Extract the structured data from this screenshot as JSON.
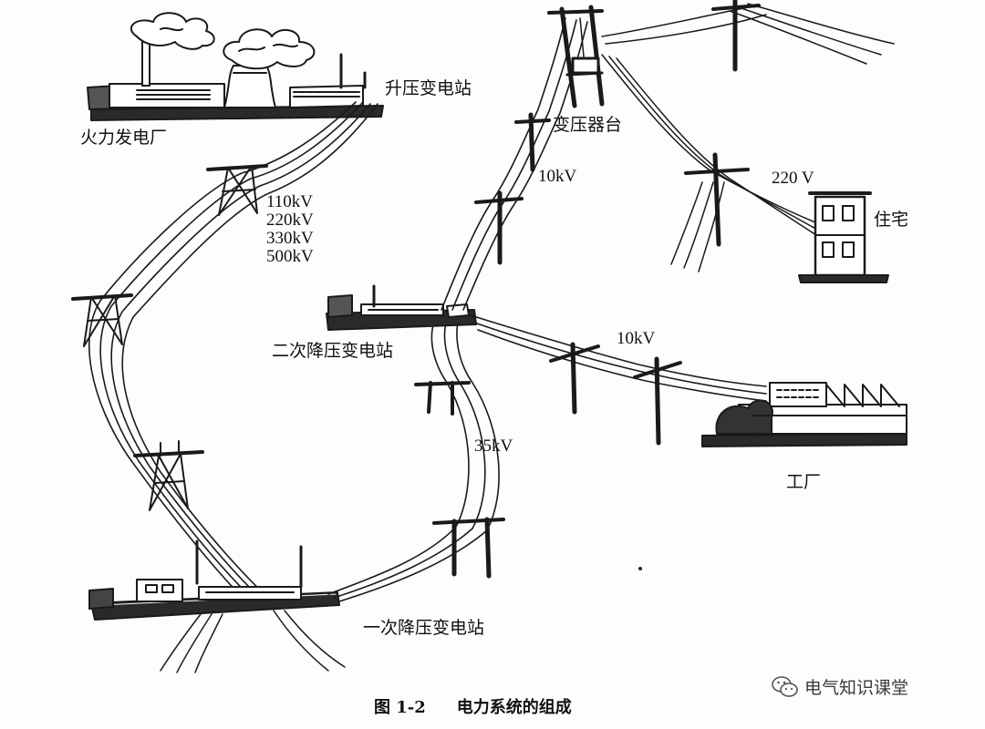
{
  "labels": {
    "thermal_plant": "火力发电厂",
    "stepup_substation": "升压变电站",
    "transformer_platform": "变压器台",
    "residence": "住宅",
    "secondary_substation": "二次降压变电站",
    "primary_substation": "一次降压变电站",
    "factory": "工厂"
  },
  "voltages": {
    "transmission": [
      "110kV",
      "220kV",
      "330kV",
      "500kV"
    ],
    "distribution_upper": "10kV",
    "distribution_right": "10kV",
    "subtransmission": "35kV",
    "low_voltage": "220 V"
  },
  "caption": {
    "figure_number": "图 1-2",
    "title": "电力系统的组成"
  },
  "watermark": {
    "text": "电气知识课堂",
    "icon": "wechat-icon"
  }
}
